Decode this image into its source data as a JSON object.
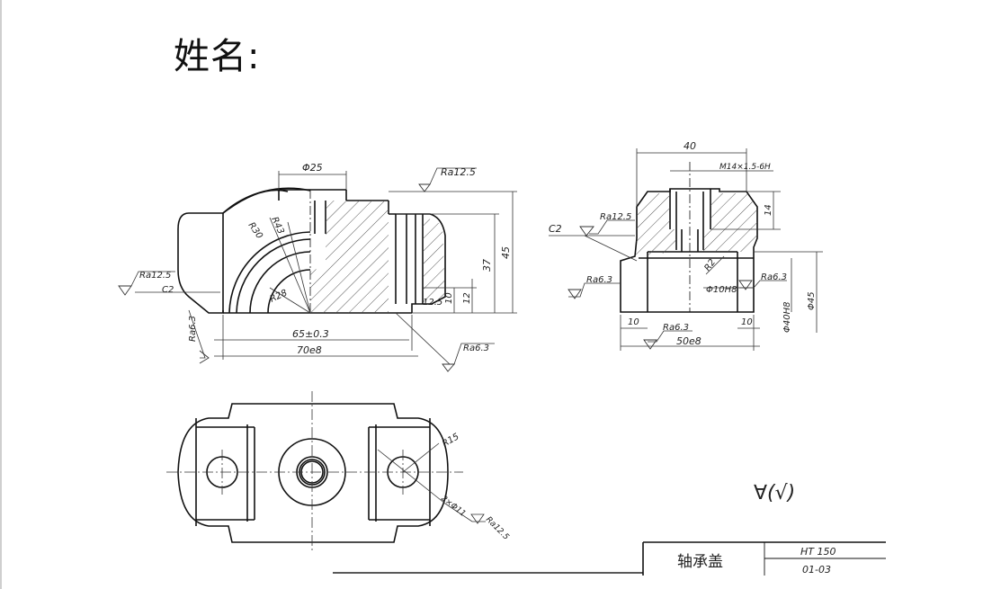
{
  "header": {
    "name_label": "姓名:"
  },
  "front_view": {
    "dim_top_dia": "Φ25",
    "rough_top": "Ra12.5",
    "r43": "R43",
    "r30": "R30",
    "r28": "R28",
    "rough_left": "Ra12.5",
    "chamfer_left": "C2",
    "rough_bottom_left": "Ra6.3",
    "dim_h37": "37",
    "dim_h45": "45",
    "dim_h10": "10",
    "dim_h12": "12",
    "rough_step": "12.5",
    "dim_65": "65±0.3",
    "dim_70": "70e8",
    "rough_bottom_right": "Ra6.3"
  },
  "side_view": {
    "dim_40": "40",
    "thread": "M14×1.5-6H",
    "dim_14": "14",
    "rough_top": "Ra12.5",
    "chamfer": "C2",
    "r2": "R2",
    "rough_inner": "Ra6.3",
    "rough_left": "Ra6.3",
    "dim_bore": "Φ10H8",
    "dim_40h8": "Φ40H8",
    "dim_45": "Φ45",
    "dim_10a": "10",
    "dim_10b": "10",
    "rough_bottom": "Ra6.3",
    "dim_50": "50e8"
  },
  "top_view": {
    "r15": "R15",
    "holes": "2×Φ11",
    "rough_holes": "Ra12.5"
  },
  "misc": {
    "roughness_symbol": "∀(√)"
  },
  "title_block": {
    "part_name": "轴承盖",
    "material": "HT 150",
    "drawing_no": "01-03"
  }
}
